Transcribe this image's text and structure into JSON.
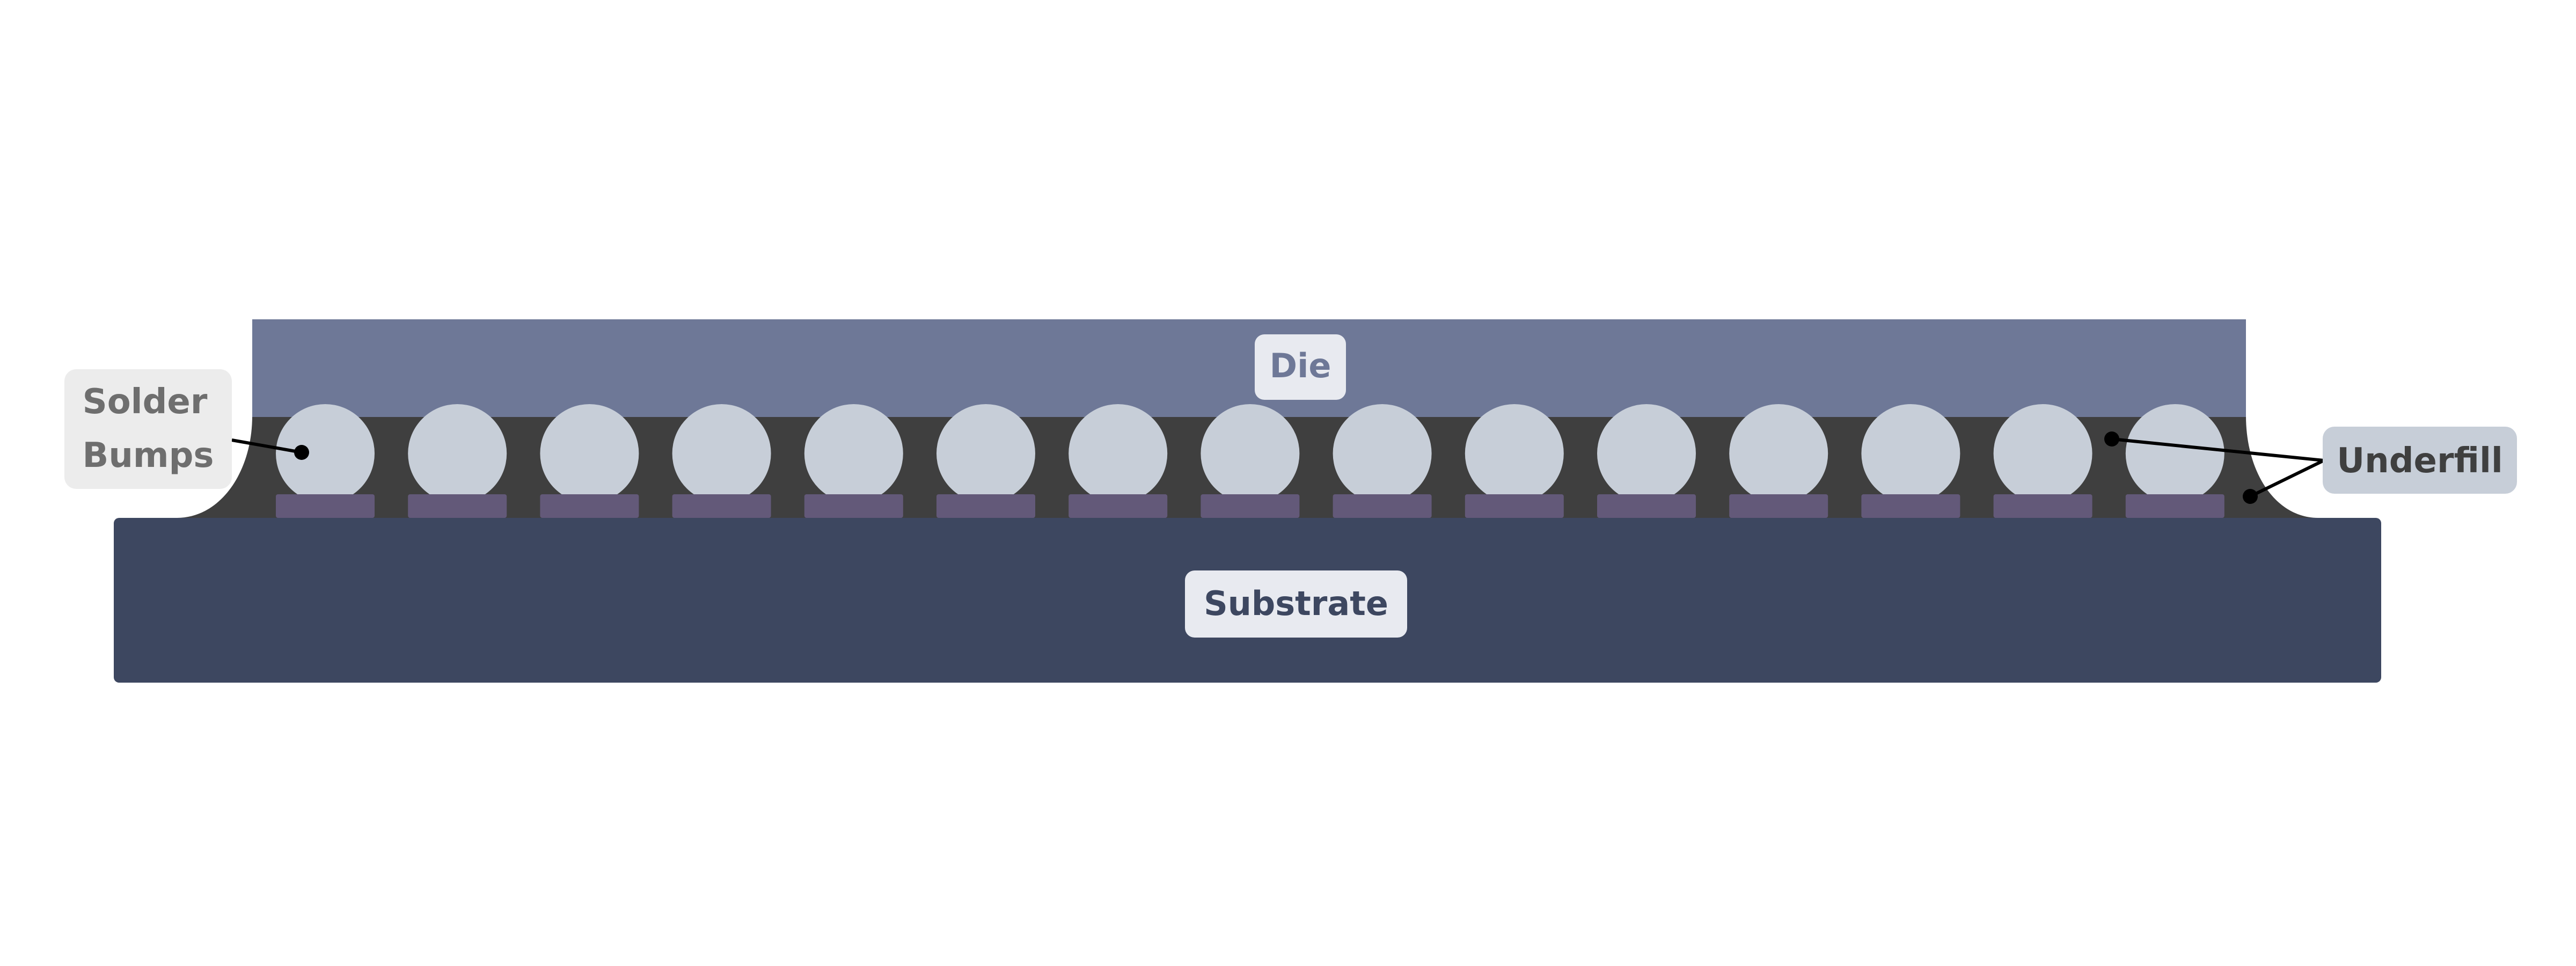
{
  "labels": {
    "die": "Die",
    "substrate": "Substrate",
    "solder_line1": "Solder",
    "solder_line2": "Bumps",
    "underfill": "Underfill"
  },
  "bump_count": 15,
  "colors": {
    "background": "#ffffff",
    "die": "#6e7897",
    "substrate": "#3d4760",
    "underfill": "#3f3f3f",
    "bump": "#c7ced8",
    "pad": "#635979",
    "die_label_bg": "#e8eaf0",
    "die_label_text": "#6e7897",
    "substrate_label_bg": "#e8eaf0",
    "substrate_label_text": "#3d4760",
    "solder_label_bg": "#ececec",
    "solder_label_text": "#6e6e6e",
    "underfill_label_bg": "#c7ced8",
    "underfill_label_text": "#3f3f3f",
    "leader": "#000000"
  }
}
